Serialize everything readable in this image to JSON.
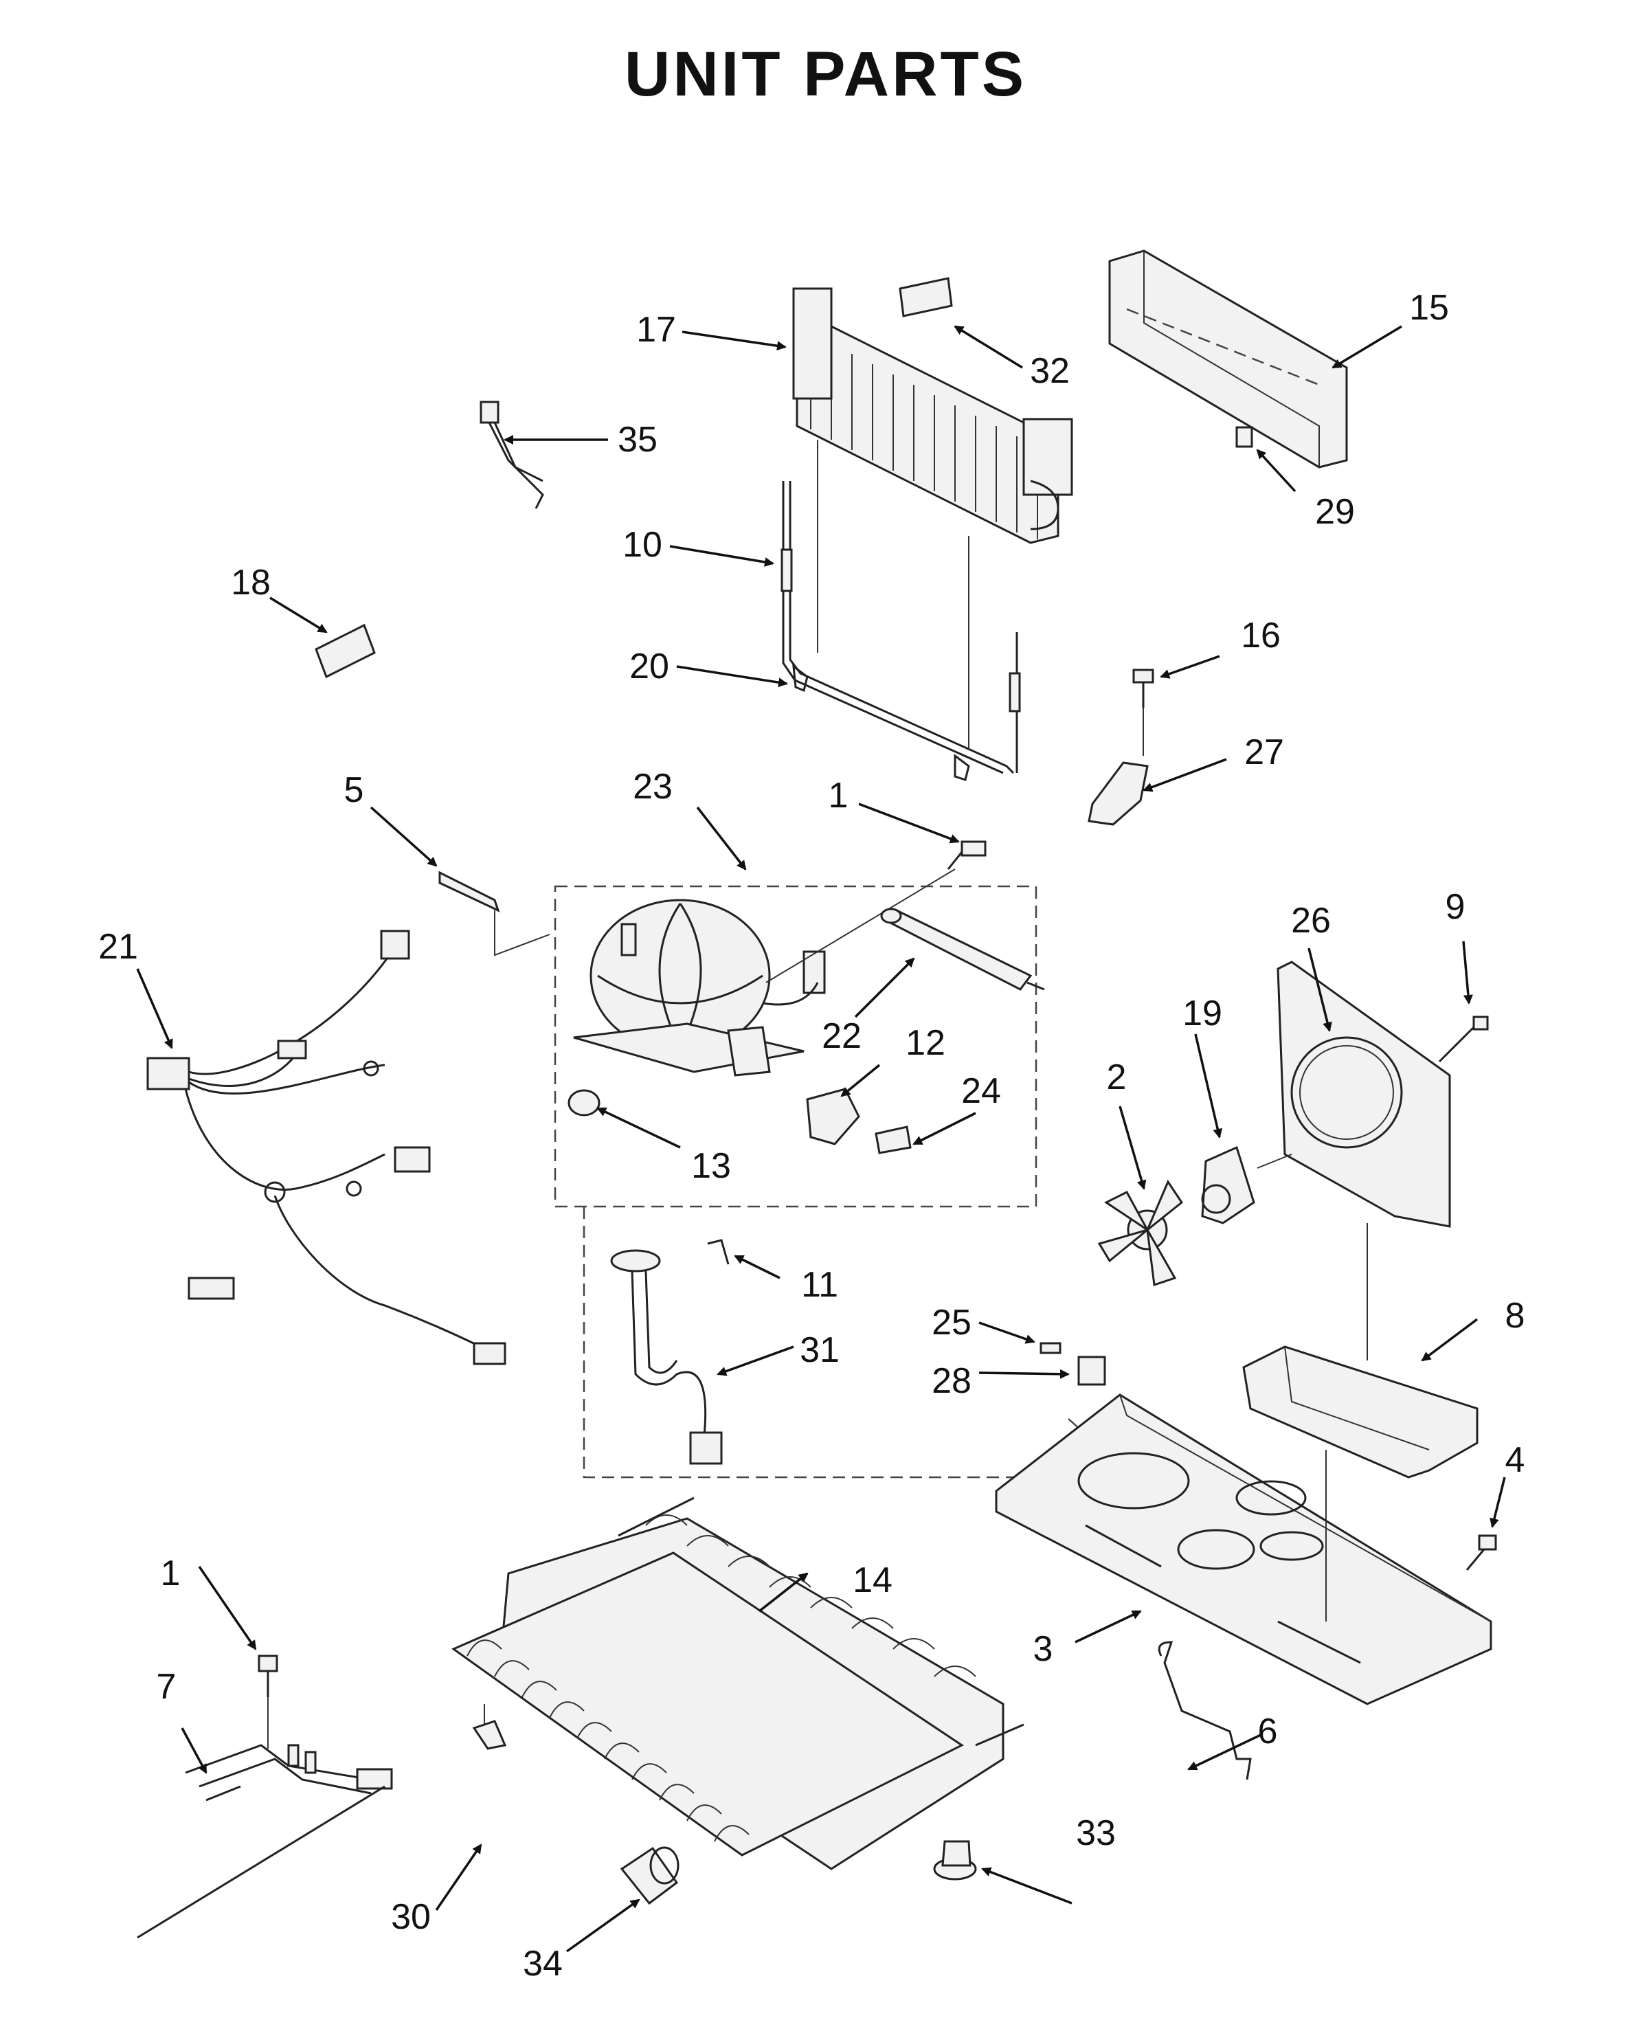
{
  "title": "UNIT PARTS",
  "callouts": {
    "c17": "17",
    "c32": "32",
    "c15": "15",
    "c35": "35",
    "c10": "10",
    "c29": "29",
    "c18": "18",
    "c20": "20",
    "c16": "16",
    "c27": "27",
    "c5": "5",
    "c23": "23",
    "c1a": "1",
    "c21": "21",
    "c22": "22",
    "c12": "12",
    "c24": "24",
    "c13": "13",
    "c26": "26",
    "c9": "9",
    "c19": "19",
    "c2": "2",
    "c11": "11",
    "c31": "31",
    "c25": "25",
    "c28": "28",
    "c8": "8",
    "c4": "4",
    "c1b": "1",
    "c14": "14",
    "c7": "7",
    "c3": "3",
    "c6": "6",
    "c33": "33",
    "c30": "30",
    "c34": "34"
  }
}
